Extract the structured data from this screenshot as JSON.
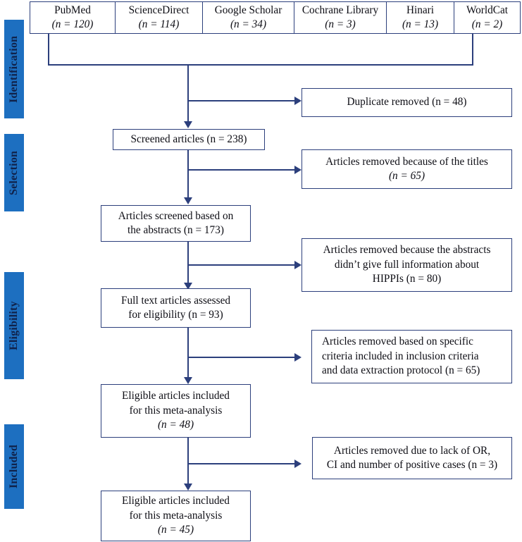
{
  "stages": [
    {
      "label": "Identification"
    },
    {
      "label": "Selection"
    },
    {
      "label": "Eligibility"
    },
    {
      "label": "Included"
    }
  ],
  "sources": [
    {
      "name": "PubMed",
      "count": "(n = 120)"
    },
    {
      "name": "ScienceDirect",
      "count": "(n = 114)"
    },
    {
      "name": "Google Scholar",
      "count": "(n = 34)"
    },
    {
      "name": "Cochrane Library",
      "count": "(n = 3)"
    },
    {
      "name": "Hinari",
      "count": "(n = 13)"
    },
    {
      "name": "WorldCat",
      "count": "(n = 2)"
    }
  ],
  "flow": {
    "screened_articles": {
      "line1": "Screened articles (n = 238)"
    },
    "abstracts_screened": {
      "line1": "Articles screened based on",
      "line2": "the abstracts (n = 173)"
    },
    "full_text": {
      "line1": "Full text articles assessed",
      "line2": "for eligibility (n = 93)"
    },
    "eligible_48": {
      "line1": "Eligible articles included",
      "line2": "for this meta-analysis",
      "line3": "(n = 48)"
    },
    "eligible_45": {
      "line1": "Eligible articles included",
      "line2": "for this meta-analysis",
      "line3": "(n = 45)"
    }
  },
  "exclusions": {
    "duplicates": {
      "line1": "Duplicate removed (n = 48)"
    },
    "titles": {
      "line1": "Articles removed because of the titles",
      "line2": "(n = 65)"
    },
    "abstracts": {
      "line1": "Articles removed because the abstracts",
      "line2": "didn’t give full information about",
      "line3": "HIPPIs (n = 80)"
    },
    "criteria": {
      "line1": "Articles removed based on specific",
      "line2": "criteria included in inclusion criteria",
      "line3": "and data extraction protocol (n = 65)"
    },
    "stats": {
      "line1": "Articles removed due to lack of OR,",
      "line2": "CI and number of positive cases (n = 3)"
    }
  },
  "colors": {
    "stage_bar": "#1d6fc0",
    "stage_text": "#10224a",
    "box_border": "#2c3f7c",
    "connector": "#2c3f7c",
    "box_fill": "#ffffff",
    "body_text": "#0d0d14"
  }
}
